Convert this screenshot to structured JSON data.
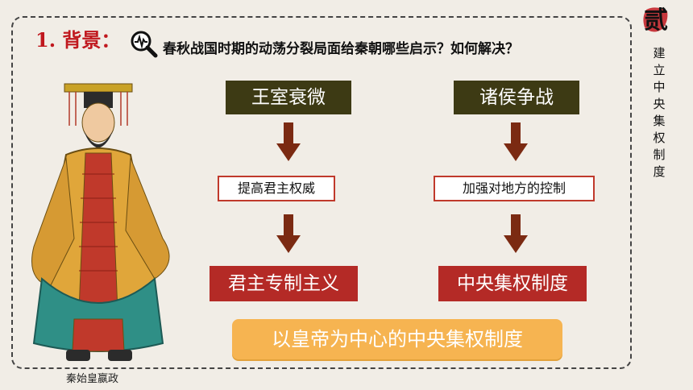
{
  "heading": "1. 背景：",
  "question": "春秋战国时期的动荡分裂局面给秦朝哪些启示？如何解决？",
  "side": {
    "number": "贰",
    "text": "建立中央集权制度"
  },
  "caption": "秦始皇嬴政",
  "left_column": {
    "cause": "王室衰微",
    "lesson": "提高君主权威",
    "solution": "君主专制主义"
  },
  "right_column": {
    "cause": "诸侯争战",
    "lesson": "加强对地方的控制",
    "solution": "中央集权制度"
  },
  "result": "以皇帝为中心的中央集权制度",
  "colors": {
    "accent_red": "#c0181e",
    "olive": "#3d3a14",
    "box_red": "#b42a26",
    "orange": "#f6b451"
  },
  "icons": [
    "magnifier-chart-icon",
    "down-arrow-icon",
    "emperor-illustration"
  ]
}
